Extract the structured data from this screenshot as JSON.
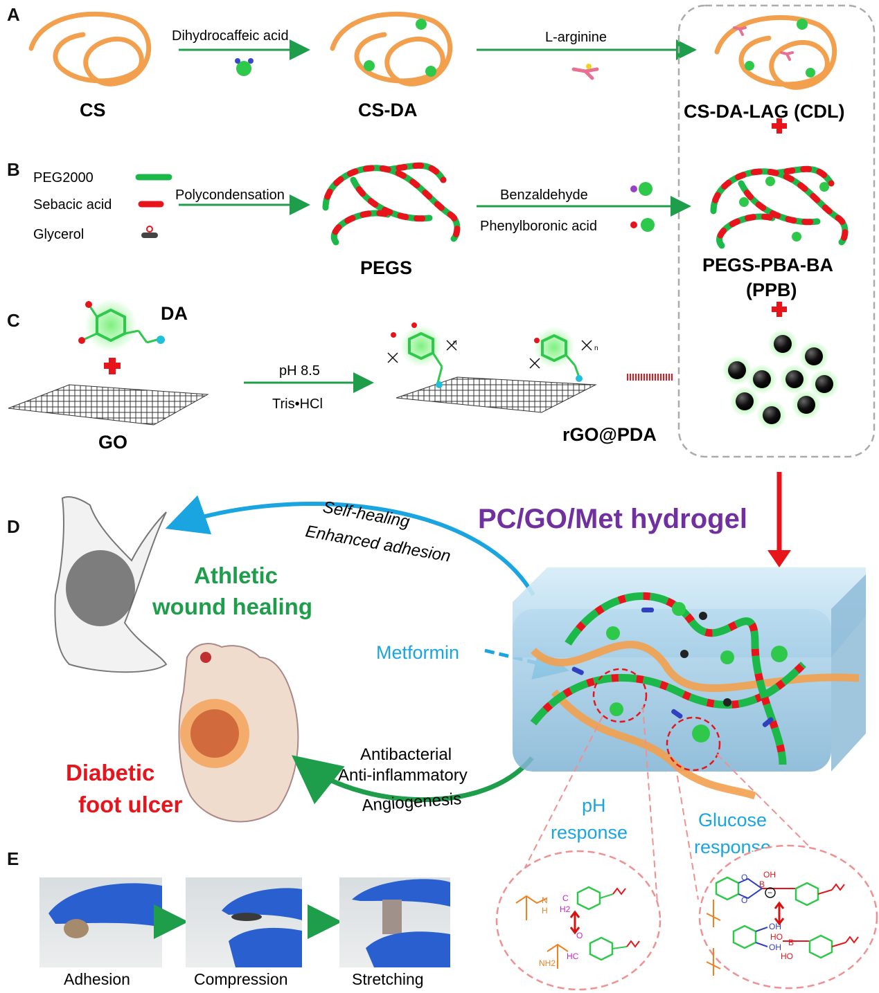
{
  "panels": {
    "A": "A",
    "B": "B",
    "C": "C",
    "D": "D",
    "E": "E"
  },
  "panel_a": {
    "cs": "CS",
    "step1": "Dihydrocaffeic acid",
    "csda": "CS-DA",
    "step2": "L-arginine",
    "cdl": "CS-DA-LAG (CDL)"
  },
  "panel_b": {
    "legend": [
      "PEG2000",
      "Sebacic acid",
      "Glycerol"
    ],
    "step1": "Polycondensation",
    "pegs": "PEGS",
    "reagent1": "Benzaldehyde",
    "reagent2": "Phenylboronic acid",
    "ppb_line1": "PEGS-PBA-BA",
    "ppb_line2": "(PPB)"
  },
  "panel_c": {
    "da": "DA",
    "go": "GO",
    "cond1": "pH 8.5",
    "cond2": "Tris•HCl",
    "product": "rGO@PDA",
    "n1": "n",
    "n2": "n"
  },
  "panel_d": {
    "hydrogel": "PC/GO/Met hydrogel",
    "top_arc1": "Self-healing",
    "top_arc2": "Enhanced adhesion",
    "athletic1": "Athletic",
    "athletic2": "wound healing",
    "metformin": "Metformin",
    "bottom_arc1": "Antibacterial",
    "bottom_arc2": "Anti-inflammatory",
    "bottom_arc3": "Angiogenesis",
    "diabetic1": "Diabetic",
    "diabetic2": "foot ulcer",
    "ph1": "pH",
    "ph2": "response",
    "glu1": "Glucose",
    "glu2": "response"
  },
  "chem": {
    "h": "H",
    "n": "N",
    "c": "C",
    "h2": "H2",
    "nh2": "NH2",
    "o": "O",
    "hc": "HC",
    "oh": "OH",
    "b": "B",
    "ho": "HO",
    "minus": "−"
  },
  "panel_e": {
    "steps": [
      "Adhesion",
      "Compression",
      "Stretching"
    ]
  },
  "colors": {
    "green_arrow": "#1e9e4a",
    "red": "#e8141b",
    "purple": "#7030a0",
    "cyan": "#1aa5e0",
    "green_text": "#1e9e4a",
    "orange": "#f0a050"
  }
}
